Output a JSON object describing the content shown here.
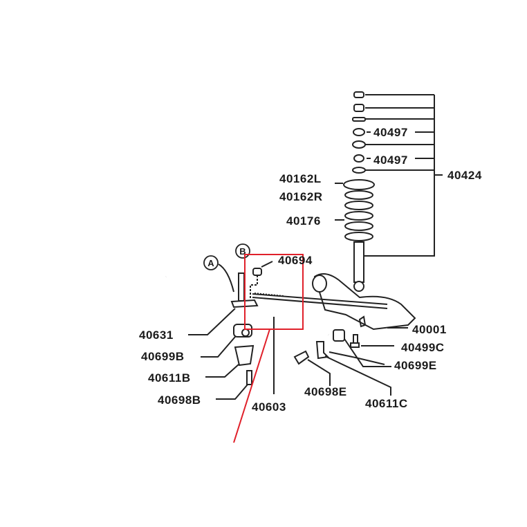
{
  "diagram": {
    "callouts": {
      "a": "A",
      "b": "B"
    },
    "parts": {
      "p40497_1": "40497",
      "p40497_2": "40497",
      "p40424": "40424",
      "p40162L": "40162L",
      "p40162R": "40162R",
      "p40176": "40176",
      "p40694": "40694",
      "p40001": "40001",
      "p40631": "40631",
      "p40699B": "40699B",
      "p40499C": "40499C",
      "p40699E": "40699E",
      "p40611B": "40611B",
      "p40698E": "40698E",
      "p40698B": "40698B",
      "p40603": "40603",
      "p40611C": "40611C"
    },
    "colors": {
      "highlight": "#e0202a",
      "ink": "#222222"
    }
  }
}
